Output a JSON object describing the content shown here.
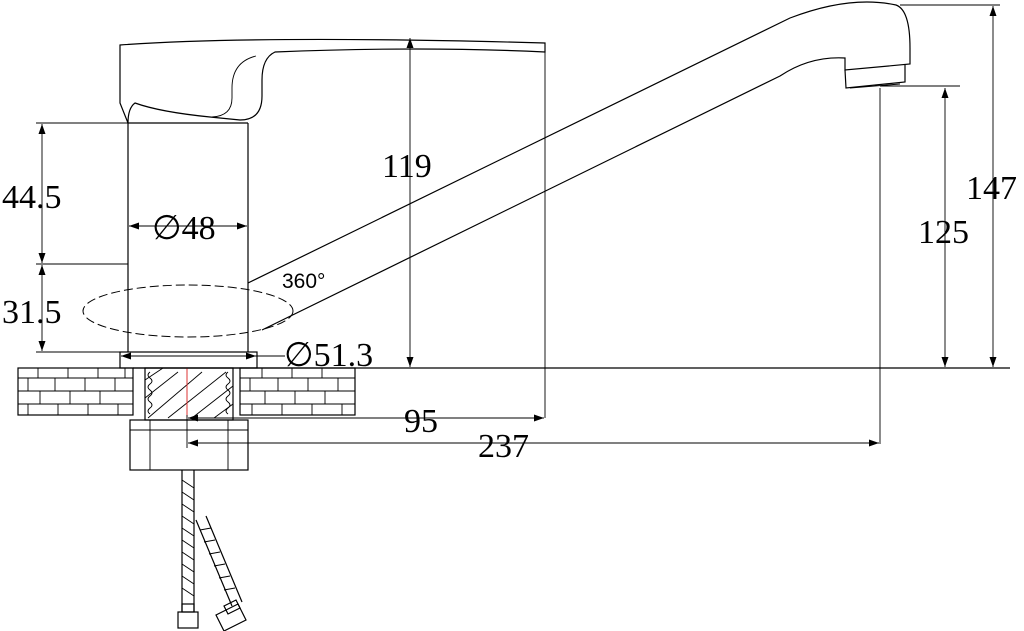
{
  "diagram": {
    "dimensions": {
      "body_height": "44.5",
      "base_height": "31.5",
      "body_diameter": "48",
      "base_diameter": "51.3",
      "lever_height": "119",
      "spout_outlet_height": "125",
      "total_height": "147",
      "lever_reach": "95",
      "spout_reach": "237",
      "rotation": "360°"
    },
    "diameter_symbol": "∅"
  }
}
